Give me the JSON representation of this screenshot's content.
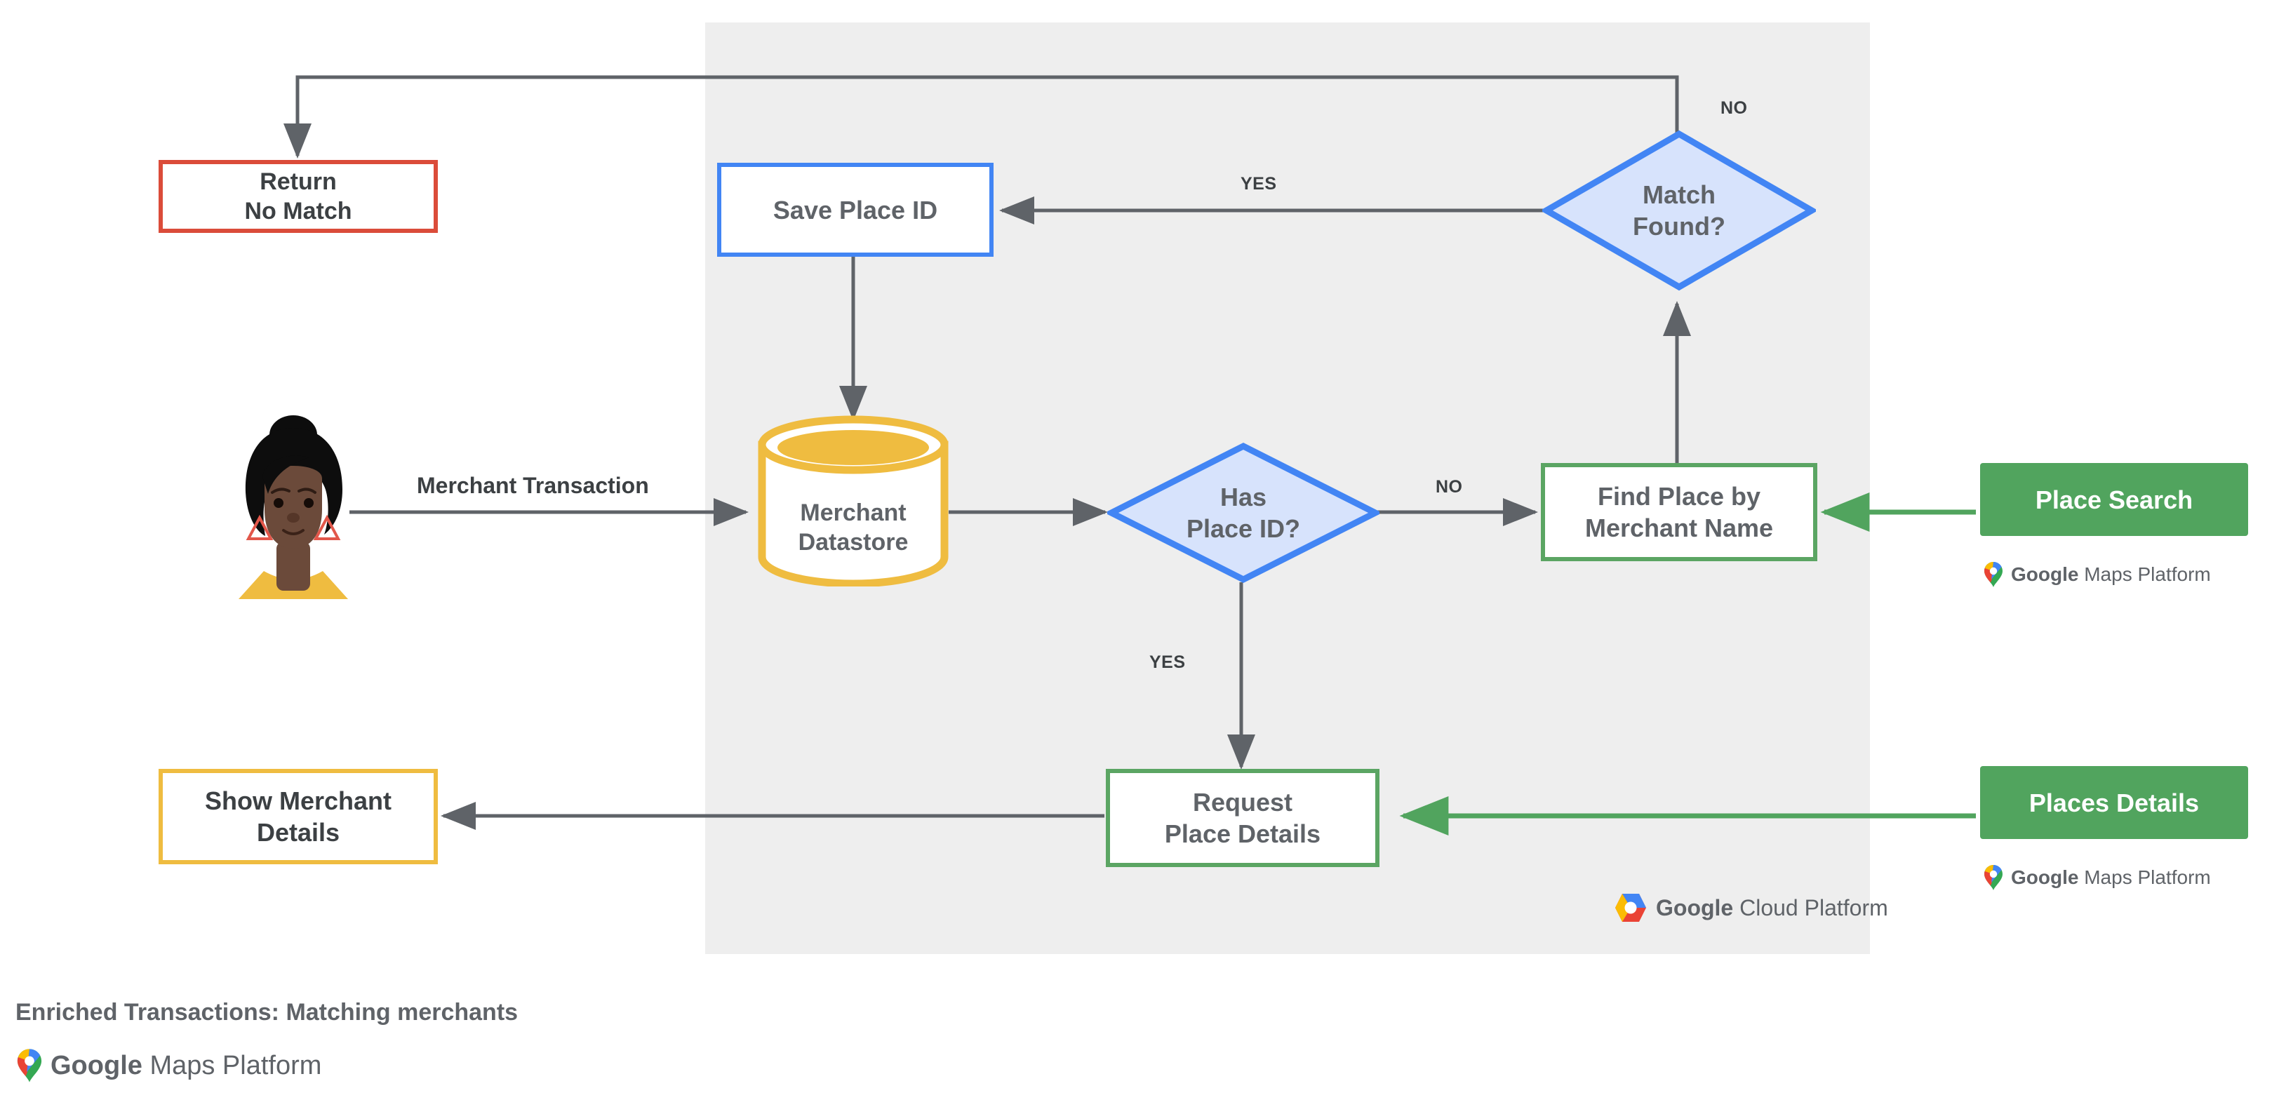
{
  "diagram": {
    "title": "Enriched Transactions: Matching merchants",
    "footer_brand": {
      "bold": "Google",
      "light": "Maps Platform"
    },
    "panel_brand": {
      "bold": "Google",
      "light": "Cloud Platform"
    },
    "colors": {
      "panel_bg": "#eeeeee",
      "red": "#DB4C3A",
      "blue": "#4285F4",
      "blue_fill": "#D7E3FC",
      "green": "#5BA563",
      "green_solid": "#51A45E",
      "yellow": "#EFBC40",
      "connector": "#5F6368",
      "text_dark": "#3C4043",
      "text_grey": "#5F6368"
    },
    "nodes": [
      {
        "id": "return-no-match",
        "label": "Return\nNo Match",
        "shape": "rect",
        "style": "red-outline"
      },
      {
        "id": "save-place-id",
        "label": "Save Place ID",
        "shape": "rect",
        "style": "blue-outline"
      },
      {
        "id": "match-found",
        "label": "Match\nFound?",
        "shape": "diamond",
        "style": "blue-fill"
      },
      {
        "id": "merchant-datastore",
        "label": "Merchant\nDatastore",
        "shape": "cylinder",
        "style": "yellow-outline"
      },
      {
        "id": "has-place-id",
        "label": "Has\nPlace ID?",
        "shape": "diamond",
        "style": "blue-fill"
      },
      {
        "id": "find-place",
        "label": "Find Place by\nMerchant Name",
        "shape": "rect",
        "style": "green-outline"
      },
      {
        "id": "place-search",
        "label": "Place Search",
        "shape": "rect",
        "style": "green-solid"
      },
      {
        "id": "show-merchant",
        "label": "Show Merchant\nDetails",
        "shape": "rect",
        "style": "yellow-outline"
      },
      {
        "id": "request-details",
        "label": "Request\nPlace Details",
        "shape": "rect",
        "style": "green-outline"
      },
      {
        "id": "places-details",
        "label": "Places Details",
        "shape": "rect",
        "style": "green-solid"
      }
    ],
    "edge_labels": {
      "merchant_transaction": "Merchant Transaction",
      "match_found_no": "NO",
      "match_found_yes": "YES",
      "has_place_id_no": "NO",
      "has_place_id_yes": "YES"
    },
    "actor": {
      "name": "customer-avatar"
    }
  }
}
